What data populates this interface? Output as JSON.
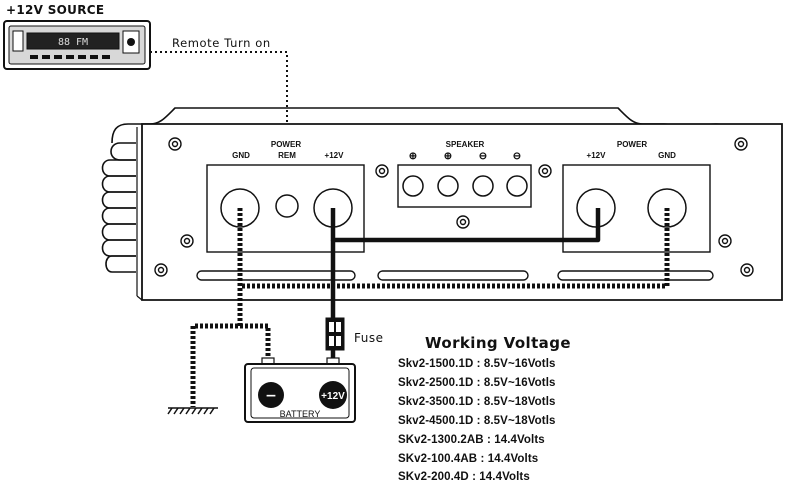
{
  "source_label": "+12V SOURCE",
  "radio_display": "88 FM",
  "remote_label": "Remote Turn on",
  "amp": {
    "left_power_label": "POWER",
    "gnd_left": "GND",
    "rem": "REM",
    "plus12_left": "+12V",
    "speaker_label": "SPEAKER",
    "speaker_signs": [
      "⊕",
      "⊕",
      "⊖",
      "⊖"
    ],
    "right_power_label": "POWER",
    "plus12_right": "+12V",
    "gnd_right": "GND"
  },
  "fuse_label": "Fuse",
  "battery": {
    "label": "BATTERY",
    "neg": "−",
    "pos": "+12V"
  },
  "working_voltage": {
    "title": "Working Voltage",
    "specs": [
      "Skv2-1500.1D : 8.5V~16Votls",
      "Skv2-2500.1D : 8.5V~16Votls",
      "Skv2-3500.1D : 8.5V~18Votls",
      "Skv2-4500.1D : 8.5V~18Votls",
      "SKv2-1300.2AB : 14.4Volts",
      "SKv2-100.4AB : 14.4Volts",
      "SKv2-200.4D : 14.4Volts"
    ]
  },
  "colors": {
    "ink": "#111111",
    "paper": "#ffffff",
    "chrome": "#d0d0d0"
  }
}
